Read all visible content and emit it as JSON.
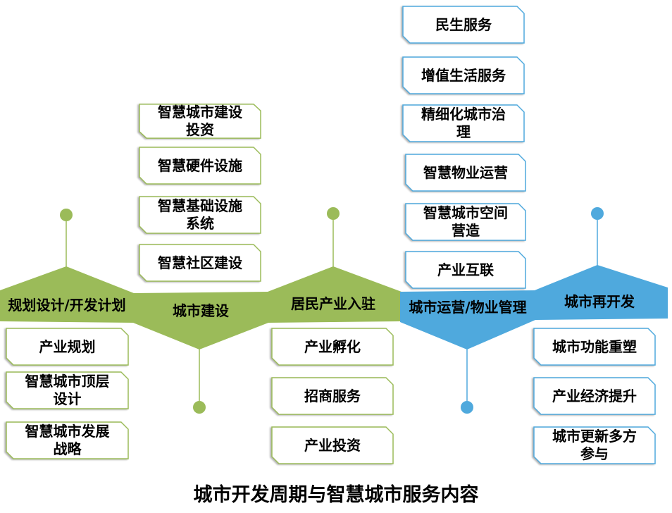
{
  "title": "城市开发周期与智慧城市服务内容",
  "colors": {
    "green": "#9bbb59",
    "blue": "#4fa9dd",
    "text": "#000000",
    "background": "#ffffff"
  },
  "stages": [
    {
      "label": "规划设计/开发计划",
      "color": "green",
      "items": [
        "产业规划",
        "智慧城市顶层设计",
        "智慧城市发展战略"
      ]
    },
    {
      "label": "城市建设",
      "color": "green",
      "items": [
        "智慧城市建设投资",
        "智慧硬件设施",
        "智慧基础设施系统",
        "智慧社区建设"
      ]
    },
    {
      "label": "居民产业入驻",
      "color": "green",
      "items": [
        "产业孵化",
        "招商服务",
        "产业投资"
      ]
    },
    {
      "label": "城市运营/物业管理",
      "color": "blue",
      "items": [
        "民生服务",
        "增值生活服务",
        "精细化城市治理",
        "智慧物业运营",
        "智慧城市空间营造",
        "产业互联"
      ]
    },
    {
      "label": "城市再开发",
      "color": "blue",
      "items": [
        "城市功能重塑",
        "产业经济提升",
        "城市更新多方参与"
      ]
    }
  ]
}
